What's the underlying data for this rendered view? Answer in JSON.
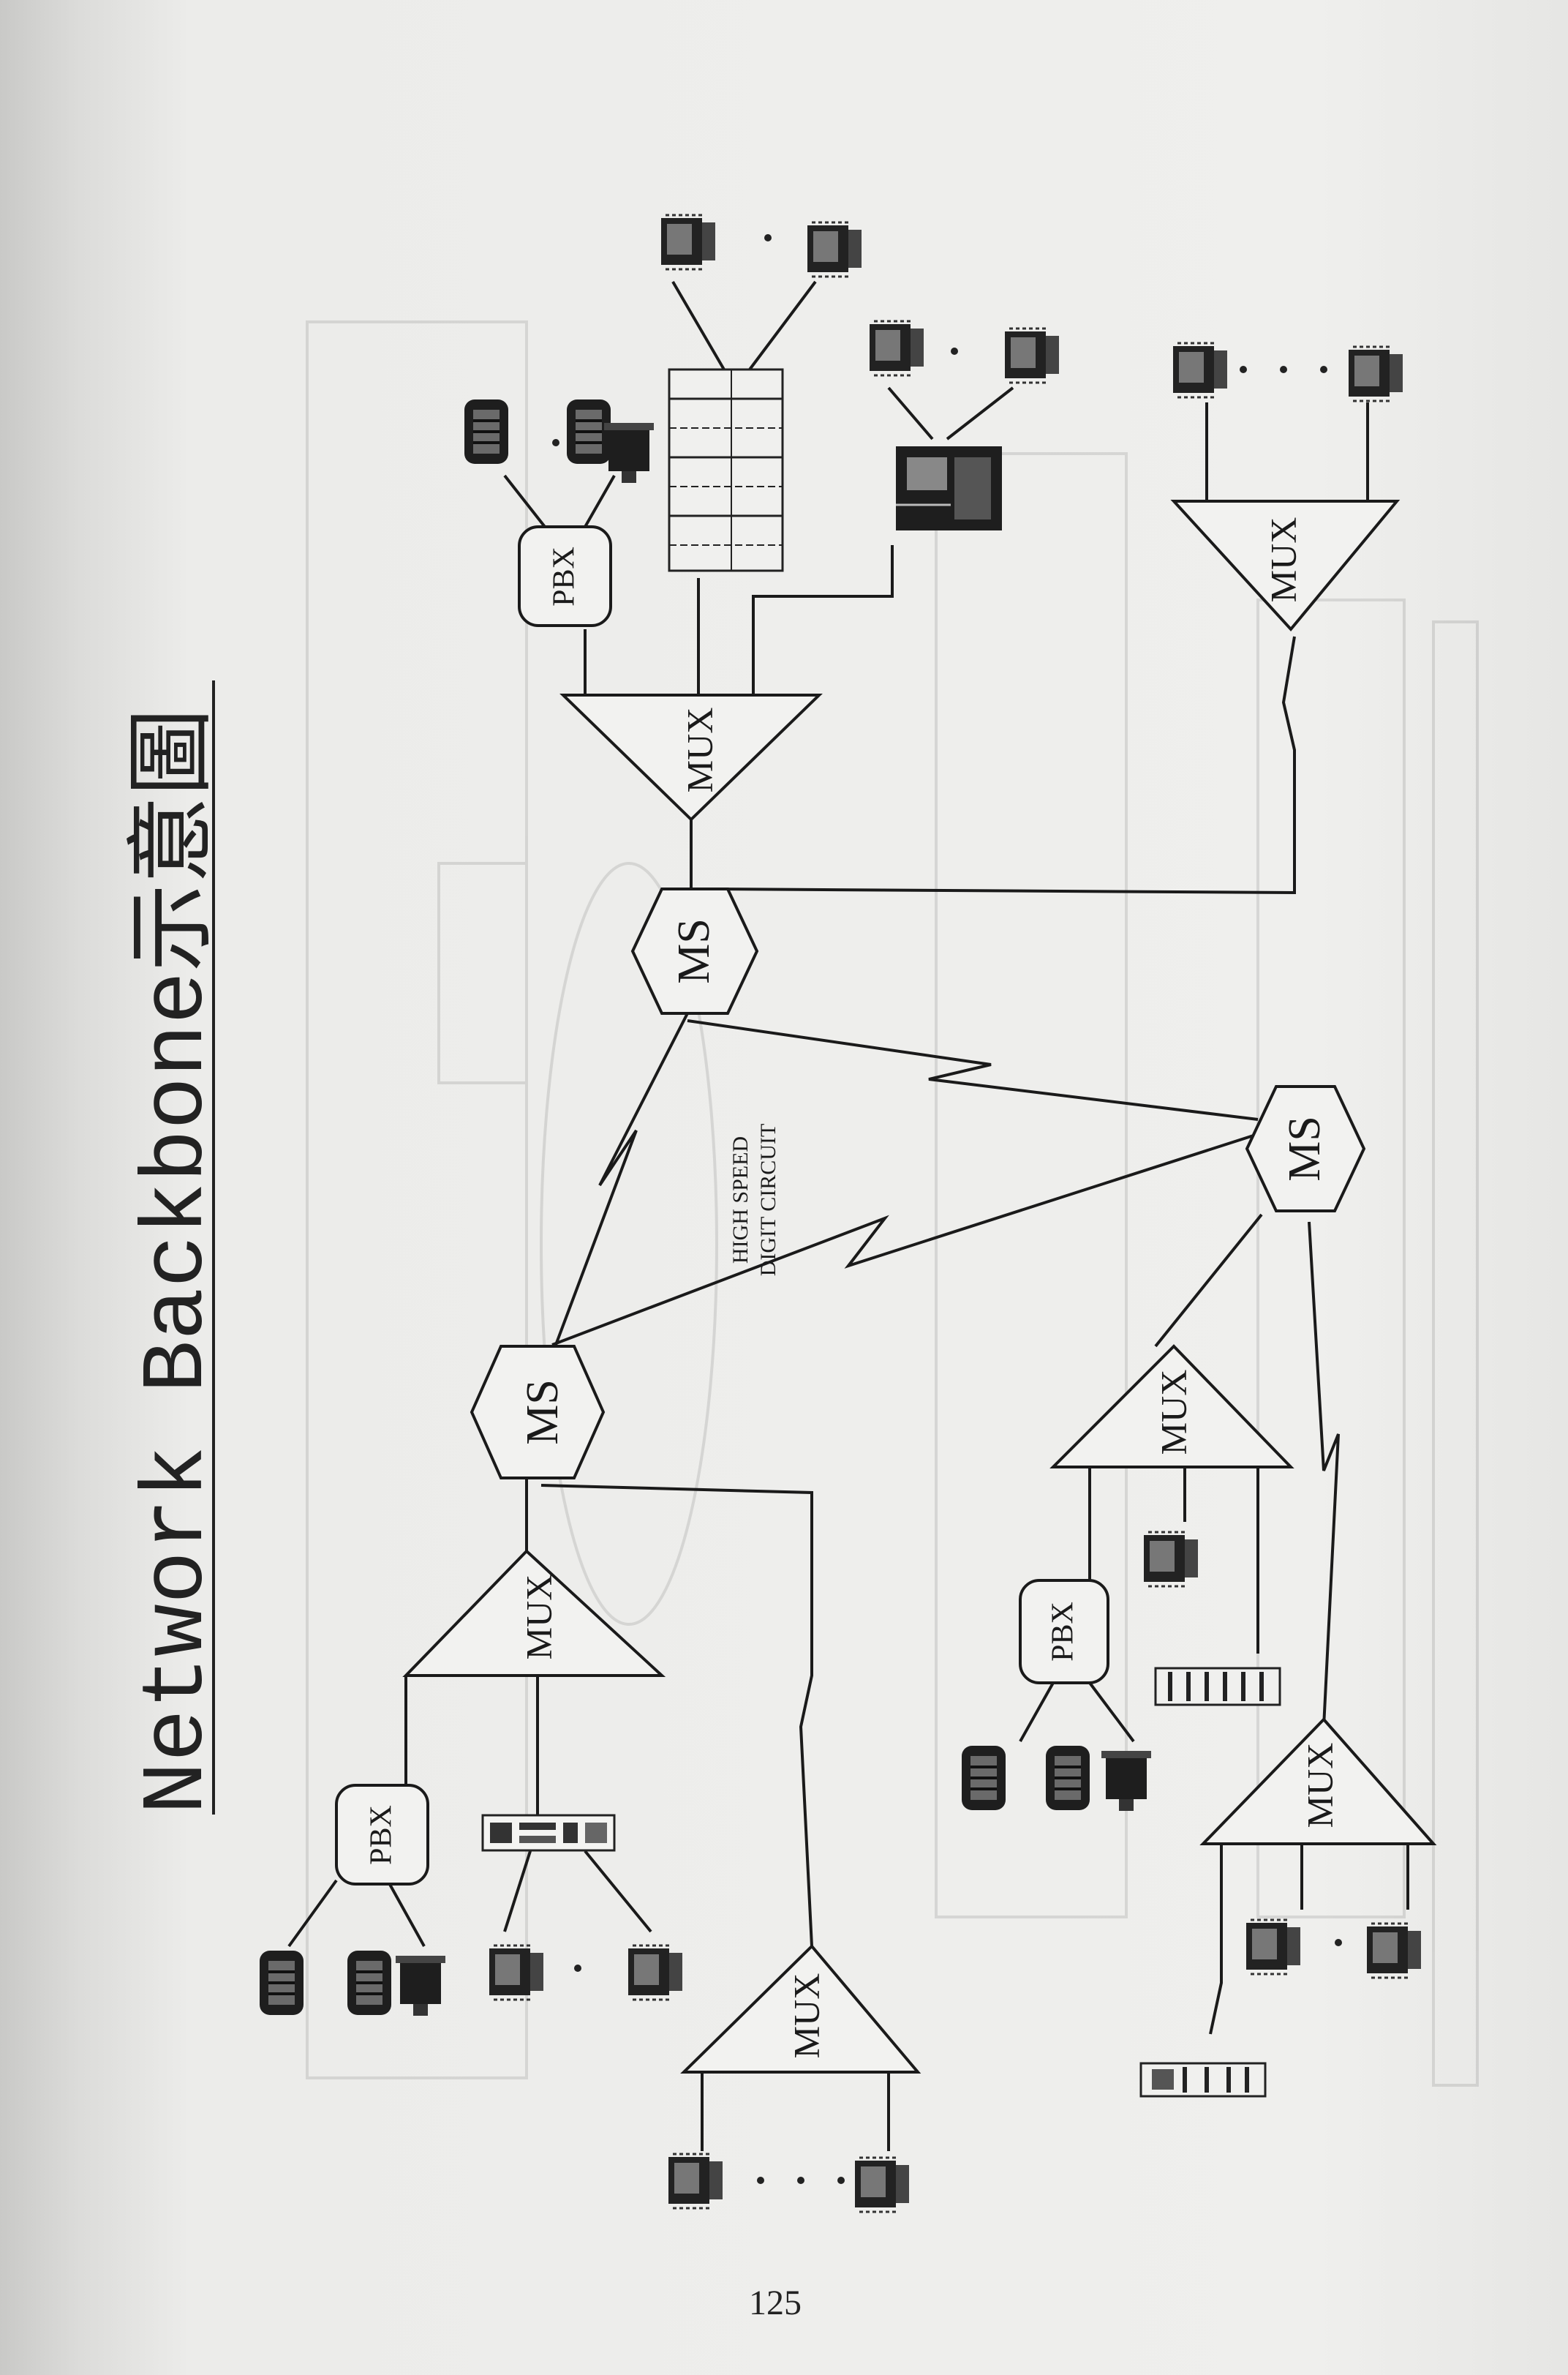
{
  "title": "Network Backbone示意圖",
  "high_speed_label": {
    "line1": "HIGH SPEED",
    "line2": "DIGIT CIRCUIT"
  },
  "node_labels": {
    "ms": "MS",
    "mux": "MUX",
    "pbx": "PBX"
  },
  "page_number": "125"
}
